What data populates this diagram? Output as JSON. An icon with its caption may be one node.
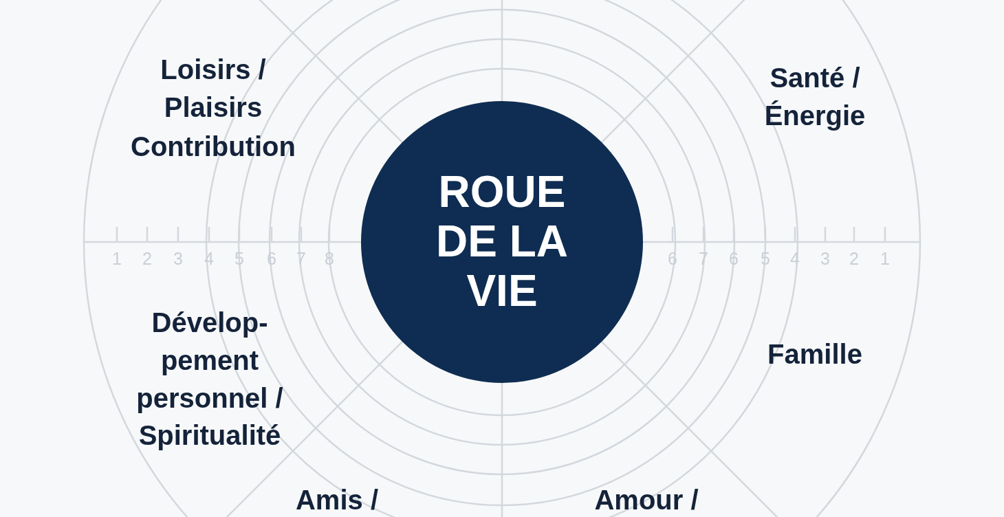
{
  "diagram": {
    "nodes": [
      {
        "text": [
          "ROUE DE LA VIE"
        ]
      }
    ],
    "edges": [],
    "labels": [
      "Loisirs / Plaisirs",
      "Contribution",
      "Santé / Énergie",
      "1",
      "2",
      "3",
      "4",
      "5",
      "6",
      "7",
      "8",
      "6",
      "7",
      "6",
      "5",
      "4",
      "3",
      "2",
      "1",
      "Dévelop- pement personnel / Spiritualité",
      "Famille",
      "Amis /",
      "Amour /"
    ]
  }
}
